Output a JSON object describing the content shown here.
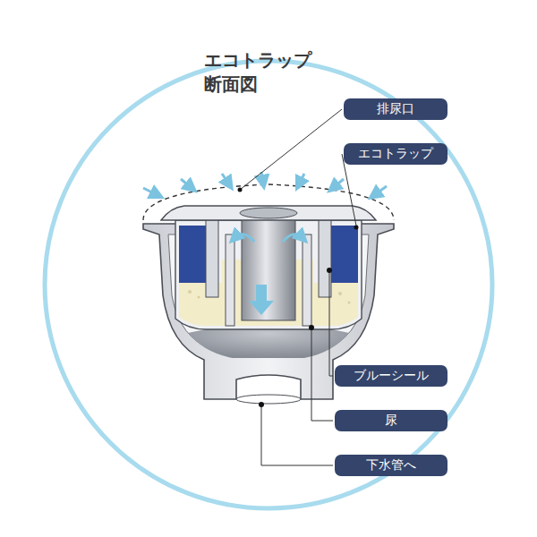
{
  "diagram": {
    "title": "エコトラップ 断面図",
    "nodes": [
      {
        "text": [
          "排尿口"
        ]
      },
      {
        "text": [
          "エコトラップ"
        ]
      },
      {
        "text": [
          "ブルーシール"
        ]
      },
      {
        "text": [
          "尿"
        ]
      },
      {
        "text": [
          "下水管へ"
        ]
      }
    ]
  }
}
